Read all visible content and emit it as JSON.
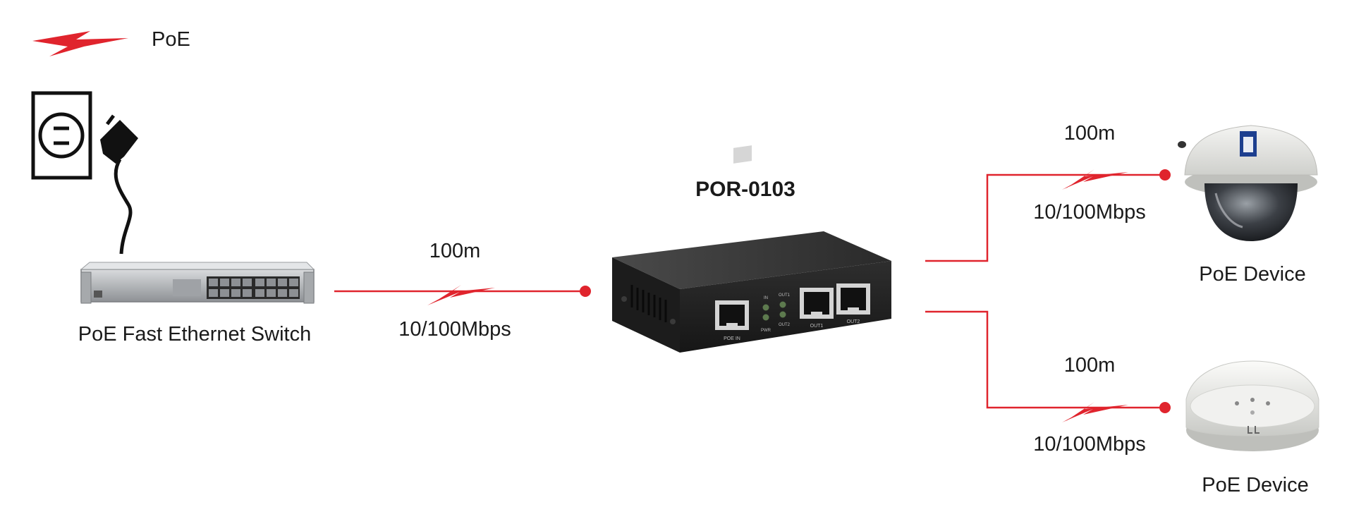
{
  "legend": {
    "label": "PoE",
    "icon": "lightning-bolt-icon"
  },
  "colors": {
    "poe_line": "#e0242d",
    "device_body": "#2b2b2b",
    "switch_body": "#b9bcbf",
    "label_text": "#1a1a1a"
  },
  "power_source": {
    "outlet_icon": "wall-outlet-icon",
    "plug_icon": "power-plug-icon"
  },
  "switch": {
    "label": "PoE Fast Ethernet Switch"
  },
  "injector": {
    "title": "POR-0103",
    "port_labels": {
      "in": "POE IN",
      "out1": "OUT1",
      "out2": "OUT2",
      "pwr": "PWR",
      "led_in": "IN",
      "led_out1": "OUT1",
      "led_out2": "OUT2"
    }
  },
  "links": {
    "switch_to_injector": {
      "distance": "100m",
      "speed": "10/100Mbps"
    },
    "injector_to_camera": {
      "distance": "100m",
      "speed": "10/100Mbps"
    },
    "injector_to_ap": {
      "distance": "100m",
      "speed": "10/100Mbps"
    }
  },
  "devices": {
    "camera": {
      "label": "PoE Device",
      "icon": "dome-camera-icon"
    },
    "access_point": {
      "label": "PoE Device",
      "icon": "ceiling-access-point-icon"
    }
  }
}
